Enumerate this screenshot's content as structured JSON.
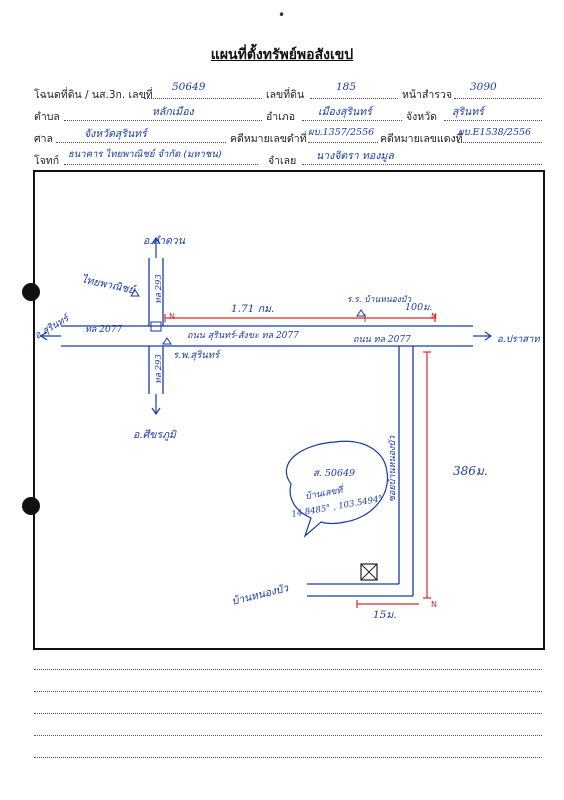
{
  "page_marks": {
    "top_dot": "•"
  },
  "header": {
    "title": "แผนที่ตั้งทรัพย์พอสังเขป",
    "row1": {
      "deed_label": "โฉนดที่ดิน / นส.3ก. เลขที่",
      "deed_value": "50649",
      "land_no_label": "เลขที่ดิน",
      "land_no_value": "185",
      "survey_label": "หน้าสำรวจ",
      "survey_value": "3090"
    },
    "row2": {
      "subdistrict_label": "ตำบล",
      "subdistrict_value": "หลักเมือง",
      "district_label": "อำเภอ",
      "district_value": "เมืองสุรินทร์",
      "province_label": "จังหวัด",
      "province_value": "สุรินทร์"
    },
    "row3": {
      "court_label": "ศาล",
      "court_value": "จังหวัดสุรินทร์",
      "case_black_label": "คดีหมายเลขดำที่",
      "case_black_value": "ผบ.1357/2556",
      "case_red_label": "คดีหมายเลขแดงที่",
      "case_red_value": "ผบ.E1538/2556"
    },
    "row4": {
      "plaintiff_label": "โจทก์",
      "plaintiff_value": "ธนาคาร ไทยพาณิชย์ จำกัด (มหาชน)",
      "defendant_label": "จำเลย",
      "defendant_value": "นางจิตรา ทองมูล"
    }
  },
  "map": {
    "labels": {
      "north_town": "อ.ลำดวน",
      "west_town": "อ.สุรินทร์",
      "east_town": "อ.ปราสาท",
      "south_town": "อ.ศีขรภูมิ",
      "shop_top": "ไทยพาณิชย์",
      "shop_bottom": "ร.พ.สุรินทร์",
      "road_west": "ทล 2077",
      "road_main": "ถนน สุรินทร์-สังขะ ทล 2077",
      "road_east": "ถนน ทล 2077",
      "road_vertical_top": "ทล 293",
      "road_vertical_bottom": "ทล 293",
      "side_road": "ซอยบ้านหนองบัว",
      "distance_main": "1.71 กม.",
      "distance_near": "100ม.",
      "distance_side": "386ม.",
      "distance_bottom": "15ม.",
      "property_school": "ร.ร. บ้านหนองบัว",
      "bottom_village": "บ้านหนองบัว",
      "bubble_title": "ส. 50649",
      "bubble_line2": "บ้านเลขที่",
      "bubble_line3": "14.8485° , 103.5494°",
      "north_arrow": "N"
    }
  }
}
